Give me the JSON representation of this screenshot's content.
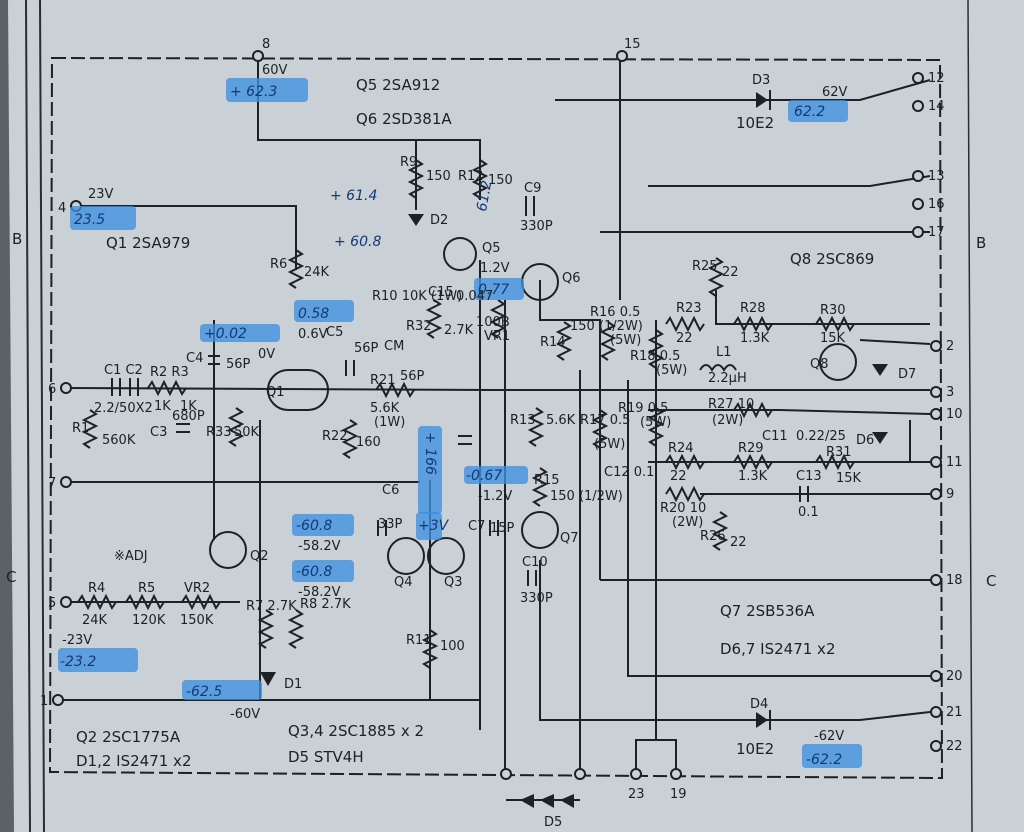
{
  "page_markers": {
    "left_b": "B",
    "right_b": "B",
    "left_c": "C",
    "right_c": "C"
  },
  "terminals": {
    "t8": "8",
    "t15": "15",
    "t4": "4",
    "t6": "6",
    "t7": "7",
    "t5": "5",
    "t1": "1",
    "t12": "12",
    "t14": "14",
    "t13": "13",
    "t16": "16",
    "t17": "17",
    "t2": "2",
    "t3": "3",
    "t10": "10",
    "t11": "11",
    "t9": "9",
    "t18": "18",
    "t20": "20",
    "t21": "21",
    "t22": "22",
    "t23": "23",
    "t19": "19"
  },
  "voltages_printed": {
    "v60": "60V",
    "v23": "23V",
    "v62": "62V",
    "vm23": "-23V",
    "vm60": "-60V",
    "vm62": "-62V",
    "v06": "0.6V",
    "v0": "0V",
    "v12": "1.2V",
    "vm12": "-1.2V",
    "vm582a": "-58.2V",
    "vm582b": "-58.2V"
  },
  "handwritten": {
    "h623": "+ 62.3",
    "h622a": "62.2",
    "h235": "23.5",
    "h614": "+ 61.4",
    "h608": "+ 60.8",
    "h612": "61.2",
    "h077": "0.77",
    "h058": "0.58",
    "h002": "+0.02",
    "h1664": "+ 166",
    "h3v": "+3V",
    "h067": "-0.67",
    "h608n1": "-60.8",
    "h608n2": "-60.8",
    "h232": "-23.2",
    "h625": "-62.5",
    "h622b": "-62.2"
  },
  "parts_list": {
    "q5": "Q5  2SA912",
    "q6": "Q6  2SD381A",
    "q1": "Q1  2SA979",
    "q8": "Q8  2SC869",
    "q7": "Q7  2SB536A",
    "d67": "D6,7  IS2471 x2",
    "q2": "Q2  2SC1775A",
    "d12": "D1,2  IS2471 x2",
    "q34": "Q3,4  2SC1885 x 2",
    "d5": "D5  STV4H"
  },
  "components": {
    "d3": "D3",
    "d3v": "10E2",
    "d4": "D4",
    "d4v": "10E2",
    "d2": "D2",
    "d1": "D1",
    "r9": "R9",
    "r9v": "150",
    "r12": "R12",
    "r12v": "150",
    "c9": "C9",
    "c9v": "330P",
    "q5": "Q5",
    "q6": "Q6",
    "r6": "R6",
    "r6v": "24K",
    "r10": "R10 10K (1W)",
    "c15": "C15",
    "r32": "R32",
    "r32v": "2.7K",
    "c14": "0.047",
    "vr1": "VR1",
    "vr1v": "100B",
    "r14": "R14",
    "r14v": "150 (1/2W)",
    "r16": "R16 0.5",
    "r16w": "(5W)",
    "r18": "R18 0.5",
    "r18w": "(5W)",
    "r25": "R25",
    "r25v": "22",
    "r23": "R23",
    "r23v": "22",
    "r28": "R28",
    "r28v": "1.3K",
    "r30": "R30",
    "r30v": "15K",
    "q8": "Q8",
    "d7": "D7",
    "d6": "D6",
    "l1": "L1",
    "l1v": "2.2μH",
    "r27": "R27 10",
    "r27w": "(2W)",
    "c11": "C11",
    "c11v": "0.22/25",
    "c5": "C5",
    "c5v": "56P",
    "cm": "CM",
    "cmv": "56P",
    "r21": "R21",
    "r21v": "5.6K",
    "r21w": "(1W)",
    "r22": "R22",
    "r22v": "160",
    "c4": "C4",
    "c4v": "56P",
    "c1c2": "C1  C2",
    "c12v": "2.2/50X2",
    "r2r3": "R2  R3",
    "r2v": "1K",
    "r3v": "1K",
    "r1": "R1",
    "r1v": "560K",
    "c3": "C3",
    "c3v": "680P",
    "r33": "R33",
    "r33v": "50K",
    "q1": "Q1",
    "r13": "R13",
    "r13v": "5.6K",
    "r15": "R15",
    "r15v": "150 (1/2W)",
    "r17": "R17 0.5",
    "r17w": "(5W)",
    "r19": "R19 0.5",
    "r19w": "(5W)",
    "c12": "C12 0.1",
    "r24": "R24",
    "r24v": "22",
    "r29": "R29",
    "r29v": "1.3K",
    "r31": "R31",
    "r31v": "15K",
    "c13": "C13",
    "c13v": "0.1",
    "r20": "R20 10",
    "r20w": "(2W)",
    "r26": "R26",
    "r26v": "22",
    "c6": "C6",
    "c6v": "33P",
    "c7": "C7",
    "c7v": "15P",
    "c10": "C10",
    "c10v": "330P",
    "q7": "Q7",
    "q4": "Q4",
    "q3": "Q3",
    "adj": "※ADJ",
    "r4": "R4",
    "r4v": "24K",
    "r5": "R5",
    "r5v": "120K",
    "vr2": "VR2",
    "vr2v": "150K",
    "q2": "Q2",
    "r7": "R7 2.7K",
    "r8": "R8 2.7K",
    "r11": "R11",
    "r11v": "100",
    "d5": "D5"
  },
  "colors": {
    "paper": "#cfd6dc",
    "ink": "#1d2024",
    "highlight": "#3f8fe0",
    "handwriting": "#123a7a"
  }
}
